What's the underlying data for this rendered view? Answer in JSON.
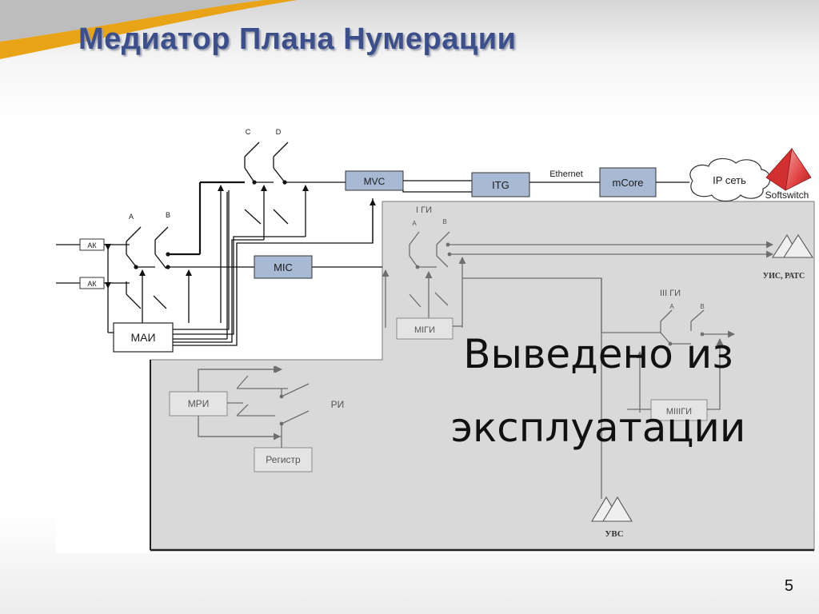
{
  "slide": {
    "title": "Медиатор Плана Нумерации",
    "page_number": "5"
  },
  "diagram": {
    "nodes": {
      "ak1": "АК",
      "ak2": "АК",
      "mai": "МАИ",
      "mvc": "MVC",
      "mic": "MIC",
      "itg": "ITG",
      "mcore": "mCore",
      "ip_cloud": "IP сеть",
      "softswitch": "Softswitch",
      "mpi": "МРИ",
      "register": "Регистр",
      "migi1": "МIГИ",
      "migi3": "МIIIГИ"
    },
    "edge_labels": {
      "ethernet": "Ethernet"
    },
    "switch_labels": {
      "a1": "А",
      "b1": "В",
      "c": "С",
      "d": "D",
      "gi1": "I ГИ",
      "gi1_a": "А",
      "gi1_b": "В",
      "gi3": "III ГИ",
      "gi3_a": "А",
      "gi3_b": "В",
      "ri": "РИ"
    },
    "destinations": {
      "uis_rats": "УИС, РАТС",
      "uvs": "УВС"
    },
    "overlay_text": {
      "line1": "Выведено из",
      "line2": "эксплуатации"
    }
  },
  "colors": {
    "title": "#3d4f8a",
    "highlight_box": "#a8b9d4",
    "decommissioned_area": "#d9d9d9",
    "softswitch": "#e04040"
  }
}
